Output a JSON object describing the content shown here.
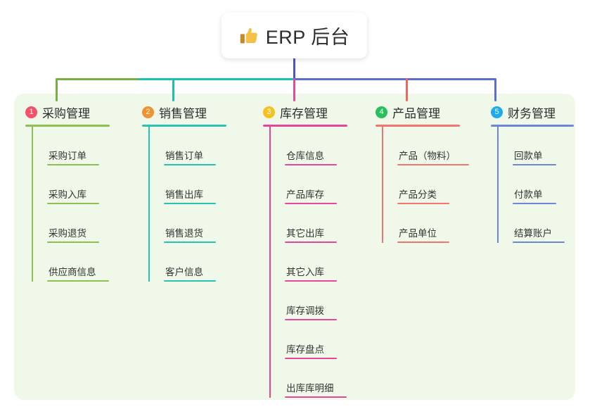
{
  "root": {
    "icon": "thumbs-up-icon",
    "title": "ERP 后台"
  },
  "palette": {
    "panel_background": "#eff8e9",
    "page_background": "#ffffff",
    "root_stem": "#4a56c4",
    "branch_green": "#76b043",
    "branch_teal": "#18c3ac",
    "branch_pink": "#e8489f",
    "branch_red": "#f4645f",
    "branch_blue": "#5a6fd0",
    "column_line_green": "#8cc152",
    "column_line_teal": "#29c2b3",
    "column_line_pink": "#e8469c",
    "column_line_red": "#f4746f",
    "column_line_blue": "#6d86da",
    "badge_1": "#f4526a",
    "badge_2": "#f0922f",
    "badge_3": "#f6c11f",
    "badge_4": "#27c05a",
    "badge_5": "#1eaaf0"
  },
  "columns": [
    {
      "badge": "1",
      "title": "采购管理",
      "badge_color": "#f4526a",
      "line_color": "#8cc152",
      "branch_color": "#76b043",
      "head_rule_width": 120,
      "items": [
        {
          "label": "采购订单",
          "rule_width": 74
        },
        {
          "label": "采购入库",
          "rule_width": 74
        },
        {
          "label": "采购退货",
          "rule_width": 74
        },
        {
          "label": "供应商信息",
          "rule_width": 88
        }
      ]
    },
    {
      "badge": "2",
      "title": "销售管理",
      "badge_color": "#f0922f",
      "line_color": "#29c2b3",
      "branch_color": "#18c3ac",
      "head_rule_width": 120,
      "items": [
        {
          "label": "销售订单",
          "rule_width": 74
        },
        {
          "label": "销售出库",
          "rule_width": 74
        },
        {
          "label": "销售退货",
          "rule_width": 74
        },
        {
          "label": "客户信息",
          "rule_width": 74
        }
      ]
    },
    {
      "badge": "3",
      "title": "库存管理",
      "badge_color": "#f6c11f",
      "line_color": "#e8469c",
      "branch_color": "#e8489f",
      "head_rule_width": 120,
      "items": [
        {
          "label": "仓库信息",
          "rule_width": 74
        },
        {
          "label": "产品库存",
          "rule_width": 74
        },
        {
          "label": "其它出库",
          "rule_width": 74
        },
        {
          "label": "其它入库",
          "rule_width": 74
        },
        {
          "label": "库存调拨",
          "rule_width": 74
        },
        {
          "label": "库存盘点",
          "rule_width": 74
        },
        {
          "label": "出库库明细",
          "rule_width": 88
        }
      ]
    },
    {
      "badge": "4",
      "title": "产品管理",
      "badge_color": "#27c05a",
      "line_color": "#f4746f",
      "branch_color": "#f4645f",
      "head_rule_width": 120,
      "items": [
        {
          "label": "产品（物料）",
          "rule_width": 102
        },
        {
          "label": "产品分类",
          "rule_width": 74
        },
        {
          "label": "产品单位",
          "rule_width": 74
        }
      ]
    },
    {
      "badge": "5",
      "title": "财务管理",
      "badge_color": "#1eaaf0",
      "line_color": "#6d86da",
      "branch_color": "#5a6fd0",
      "head_rule_width": 118,
      "items": [
        {
          "label": "回款单",
          "rule_width": 62
        },
        {
          "label": "付款单",
          "rule_width": 62
        },
        {
          "label": "结算账户",
          "rule_width": 74
        }
      ]
    }
  ]
}
